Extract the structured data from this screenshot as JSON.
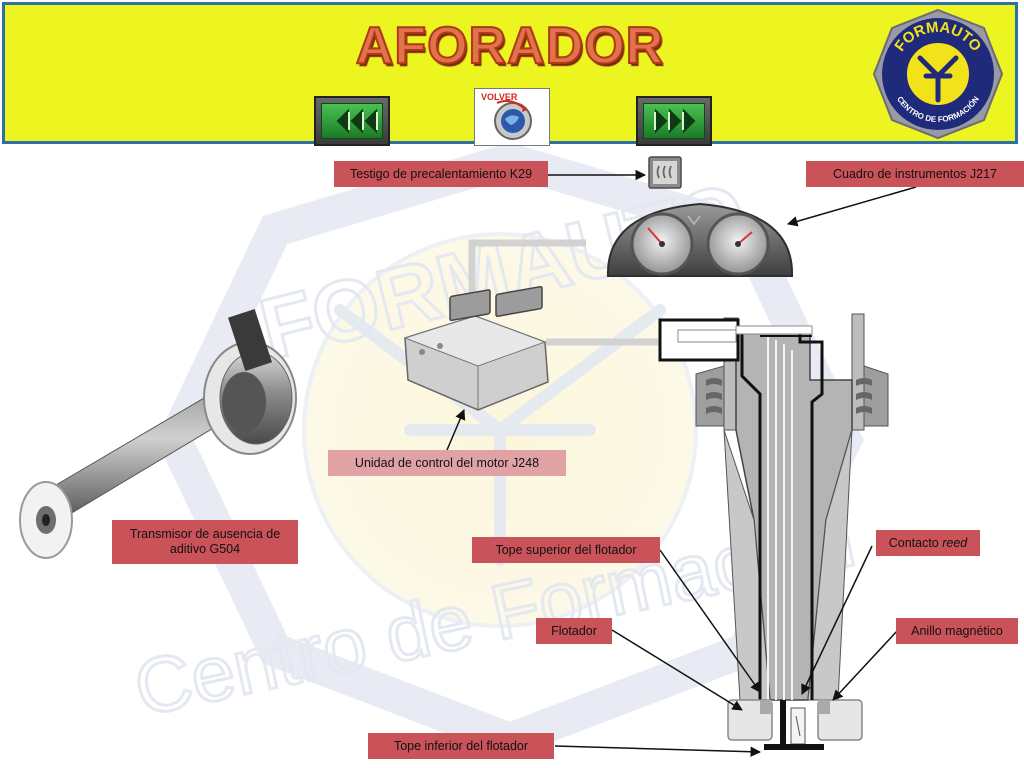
{
  "header": {
    "title": "AFORADOR",
    "volver_label": "VOLVER"
  },
  "logo": {
    "top_text": "FORMAUTO",
    "bottom_text": "CENTRO DE FORMACIÓN"
  },
  "watermark": {
    "top_text": "FORMAUTO",
    "bottom_text": "Centro de Formación"
  },
  "labels": {
    "k29": "Testigo de precalentamiento K29",
    "j217": "Cuadro de instrumentos J217",
    "j248": "Unidad de control del motor J248",
    "g504": "Transmisor de ausencia de aditivo G504",
    "tope_superior": "Tope superior del flotador",
    "contacto_prefix": "Contacto",
    "contacto_italic": "reed",
    "flotador": "Flotador",
    "anillo": "Anillo magnético",
    "tope_inferior": "Tope inferior del flotador"
  },
  "colors": {
    "header_bg": "#ecf520",
    "header_border": "#2e6fa8",
    "title": "#e0734a",
    "label_bg": "#c95358",
    "label_light_bg": "#e0a2a4",
    "nav_green": "#2fa03b",
    "logo_navy": "#1f2a7a",
    "logo_yellow": "#f2e21a"
  },
  "icons": {
    "back": "triple-chevron-left-icon",
    "forward": "triple-chevron-right-icon",
    "volver": "globe-return-icon",
    "warning_lamp": "glow-plug-lamp-icon"
  }
}
